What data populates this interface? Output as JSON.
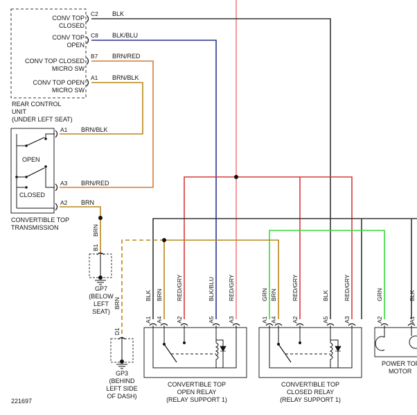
{
  "colors": {
    "BLK": "#333333",
    "BLK/BLU": "#23338f",
    "BRN": "#b98716",
    "BRN/BLK": "#b98716",
    "BRN/RED": "#d9792c",
    "RED/GRY": "#d63a3a",
    "GRN": "#39d939",
    "RED": "#f08080"
  },
  "rcu": {
    "title_line1": "REAR CONTROL",
    "title_line2": "UNIT",
    "title_line3": "(UNDER LEFT SEAT)",
    "pins": [
      {
        "id": "C2",
        "line1": "CONV TOP",
        "line2": "CLOSED",
        "wire": "BLK"
      },
      {
        "id": "C8",
        "line1": "CONV TOP",
        "line2": "OPEN",
        "wire": "BLK/BLU"
      },
      {
        "id": "B7",
        "line1": "CONV TOP CLOSED",
        "line2": "MICRO SW",
        "wire": "BRN/RED"
      },
      {
        "id": "A1",
        "line1": "CONV TOP OPEN",
        "line2": "MICRO SW",
        "wire": "BRN/BLK"
      }
    ]
  },
  "transmission": {
    "title_line1": "CONVERTIBLE TOP",
    "title_line2": "TRANSMISSION",
    "open_label": "OPEN",
    "closed_label": "CLOSED",
    "pins": [
      {
        "id": "A1",
        "wire": "BRN/BLK"
      },
      {
        "id": "A3",
        "wire": "BRN/RED"
      },
      {
        "id": "A2",
        "wire": "BRN"
      }
    ]
  },
  "grounds": {
    "gp7": {
      "pin": "B1",
      "wire": "BRN",
      "line1": "GP7",
      "line2": "(BELOW",
      "line3": "LEFT",
      "line4": "SEAT)"
    },
    "gp3": {
      "pin": "D1",
      "wire": "BRN",
      "line1": "GP3",
      "line2": "(BEHIND",
      "line3": "LEFT SIDE",
      "line4": "OF DASH)"
    }
  },
  "open_relay": {
    "title_line1": "CONVERTIBLE TOP",
    "title_line2": "OPEN RELAY",
    "title_line3": "(RELAY SUPPORT 1)",
    "pins": [
      {
        "id": "A1",
        "wire": "BLK"
      },
      {
        "id": "A4",
        "wire": "BRN"
      },
      {
        "id": "A2",
        "wire": "RED/GRY"
      },
      {
        "id": "A5",
        "wire": "BLK/BLU"
      },
      {
        "id": "A3",
        "wire": "RED/GRY"
      }
    ]
  },
  "closed_relay": {
    "title_line1": "CONVERTIBLE TOP",
    "title_line2": "CLOSED RELAY",
    "title_line3": "(RELAY SUPPORT 1)",
    "pins": [
      {
        "id": "A1",
        "wire": "GRN"
      },
      {
        "id": "A4",
        "wire": "BRN"
      },
      {
        "id": "A2",
        "wire": "RED/GRY"
      },
      {
        "id": "A5",
        "wire": "BLK"
      },
      {
        "id": "A3",
        "wire": "RED/GRY"
      }
    ]
  },
  "motor": {
    "title_line1": "POWER TOP",
    "title_line2": "MOTOR",
    "pins": [
      {
        "id": "A2",
        "wire": "GRN"
      },
      {
        "id": "A1",
        "wire": "BLK"
      }
    ]
  },
  "figure_id": "221697"
}
